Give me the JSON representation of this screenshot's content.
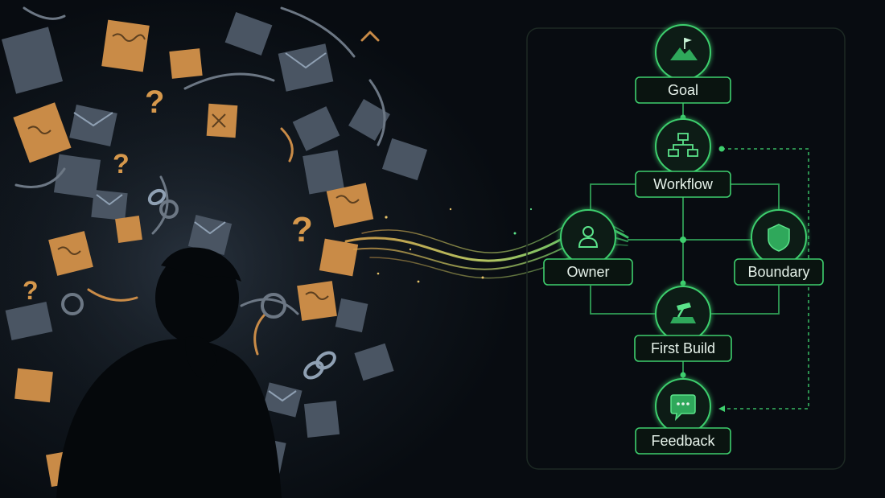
{
  "diagram": {
    "nodes": [
      {
        "id": "goal",
        "label": "Goal",
        "icon": "mountain-flag-icon"
      },
      {
        "id": "workflow",
        "label": "Workflow",
        "icon": "flowchart-icon"
      },
      {
        "id": "owner",
        "label": "Owner",
        "icon": "person-icon"
      },
      {
        "id": "boundary",
        "label": "Boundary",
        "icon": "shield-icon"
      },
      {
        "id": "first_build",
        "label": "First Build",
        "icon": "hammer-icon"
      },
      {
        "id": "feedback",
        "label": "Feedback",
        "icon": "chat-bubble-icon"
      }
    ],
    "accent_color": "#3ecf6e",
    "node_fill": "#0d1a13"
  },
  "illustration": {
    "description_icons": [
      "sticky-note-icon",
      "envelope-icon",
      "question-mark-icon",
      "arrow-icon",
      "gear-icon",
      "chain-link-icon",
      "person-silhouette"
    ],
    "note_color": "#c98b47",
    "paper_color": "#4a5563"
  }
}
